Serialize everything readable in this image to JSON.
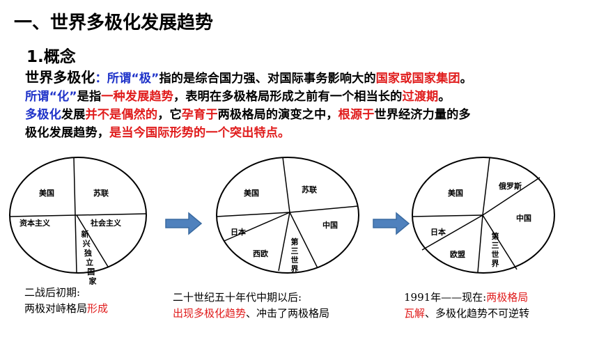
{
  "heading": {
    "title": "一、世界多极化发展趋势",
    "concept": "1.概念"
  },
  "paragraph": {
    "l1_a": "世界多极化",
    "l1_b": "：",
    "l1_c": "所谓“极”",
    "l1_d": "指的是综合国力强、对国际事务影响大的",
    "l1_e": "国家或国家集团",
    "l1_f": "。",
    "l2_a": "所谓“化”",
    "l2_b": "是指",
    "l2_c": "一种发展趋势",
    "l2_d": "，表明在多极格局形成之前有一个相当长的",
    "l2_e": "过渡期",
    "l2_f": "。",
    "l3_a": "多极化",
    "l3_b": "发展",
    "l3_c": "并不是偶然的",
    "l3_d": "，它",
    "l3_e": "孕育于",
    "l3_f": "两极格局的演变之中，",
    "l3_g": "根源于",
    "l3_h": "世界经济力量的多",
    "l4_a": "极化发展趋势，",
    "l4_b": "是当今国际形势的一个突出特点。"
  },
  "diagrams": {
    "d1": {
      "labels": [
        "美国",
        "苏联",
        "资本主义",
        "社会主义",
        "新兴独立国家"
      ]
    },
    "d2": {
      "labels": [
        "美国",
        "苏联",
        "日本",
        "中国",
        "西欧",
        "第三世界"
      ]
    },
    "d3": {
      "labels": [
        "美国",
        "俄罗斯",
        "日本",
        "中国",
        "欧盟",
        "第三世界"
      ]
    },
    "arrow_color": "#4f81bd"
  },
  "captions": {
    "c1_line1": "二战后初期:",
    "c1_line2a": "两极对峙格局",
    "c1_line2b": "形成",
    "c2_line1": "二十世纪五十年代中期以后:",
    "c2_line2a": "出现多极化趋势",
    "c2_line2b": "、冲击了两极格局",
    "c3_line1a": "1991年——现在:",
    "c3_line1b": "两极格局",
    "c3_line2a": "瓦解",
    "c3_line2b": "、多极化趋势不可逆转"
  }
}
